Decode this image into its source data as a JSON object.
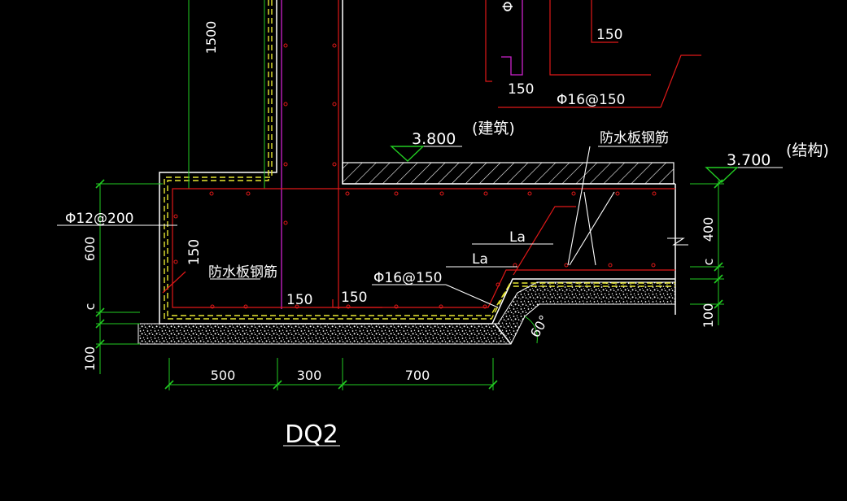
{
  "colors": {
    "background": "#000000",
    "wall_outline": "#ffffff",
    "rebar": "#e01818",
    "dimension": "#22cc22",
    "magenta": "#cc22cc",
    "waterproof": "#e8e832",
    "text": "#ffffff"
  },
  "labels": {
    "top_wall_dim": "1500",
    "phi_top": "Φ",
    "top_150_a": "150",
    "top_150_b": "150",
    "top_rebar": "Φ16@150",
    "elev_arch_value": "3.800",
    "elev_arch_note": "(建筑)",
    "elev_struct_value": "3.700",
    "elev_struct_note": "(结构)",
    "waterproof_right": "防水板钢筋",
    "waterproof_left": "防水板钢筋",
    "left_rebar": "Φ12@200",
    "left_150": "150",
    "bottom_150_a": "150",
    "bottom_150_b": "150",
    "mid_rebar": "Φ16@150",
    "la_upper": "La",
    "la_lower": "La",
    "angle": "60°",
    "dim_600": "600",
    "dim_c_left": "c",
    "dim_100_left": "100",
    "dim_400": "400",
    "dim_c_right": "c",
    "dim_100_right": "100",
    "dim_500": "500",
    "dim_300": "300",
    "dim_700": "700",
    "title": "DQ2"
  }
}
